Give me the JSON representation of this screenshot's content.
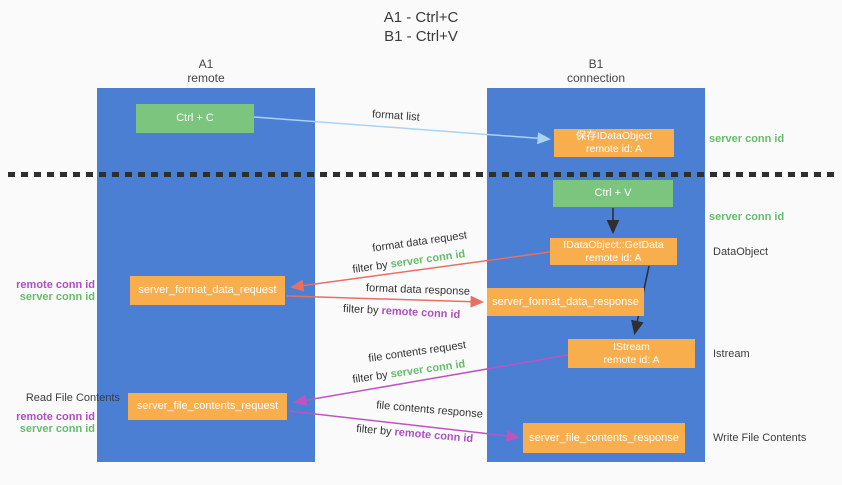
{
  "title": {
    "line1": "A1 - Ctrl+C",
    "line2": "B1 - Ctrl+V"
  },
  "columns": {
    "left": {
      "name": "A1",
      "subtitle": "remote"
    },
    "right": {
      "name": "B1",
      "subtitle": "connection"
    }
  },
  "nodes": {
    "ctrl_c": "Ctrl + C",
    "ctrl_v": "Ctrl + V",
    "save_dataobject": {
      "line1": "保存IDataObject",
      "line2": "remote id: A"
    },
    "getdata": {
      "line1": "IDataObject::GetData",
      "line2": "remote id: A"
    },
    "istream": {
      "line1": "IStream",
      "line2": "remote id: A"
    },
    "format_request": "server_format_data_request",
    "format_response": "server_format_data_response",
    "file_request": "server_file_contents_request",
    "file_response": "server_file_contents_response"
  },
  "arrow_labels": {
    "format_list": "format list",
    "format_data_request": "format data request",
    "format_data_response": "format data response",
    "file_contents_request": "file contents request",
    "file_contents_response": "file contents response",
    "filter_by": "filter by",
    "server_conn_id": "server conn id",
    "remote_conn_id": "remote conn id"
  },
  "side_labels": {
    "server_conn_id_top": "server conn id",
    "server_conn_id_mid": "server conn id",
    "dataobject": "DataObject",
    "istream": "Istream",
    "write_file_contents": "Write File Contents",
    "read_file_contents": "Read File Contents",
    "remote_conn_id_format": "remote conn id",
    "server_conn_id_format": "server conn id",
    "remote_conn_id_file": "remote conn id",
    "server_conn_id_file": "server conn id"
  },
  "colors": {
    "column_blue": "#4a7fd4",
    "node_green": "#7cc57f",
    "node_orange": "#f9ae4d",
    "arrow_blue": "#a9d3f2",
    "arrow_red": "#e76f63",
    "arrow_magenta": "#bd54c0",
    "arrow_black": "#2f2f2f",
    "text_green": "#66bd6b",
    "text_purple": "#b04ec4",
    "background": "#fafafa"
  }
}
